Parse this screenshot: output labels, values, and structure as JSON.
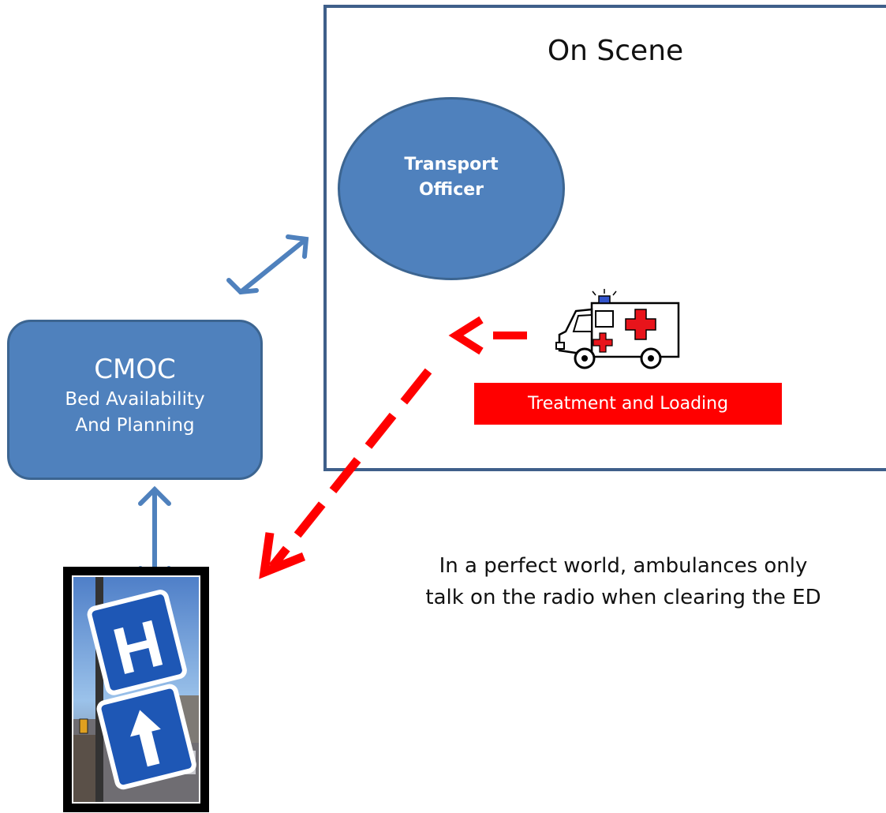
{
  "scene": {
    "title": "On Scene"
  },
  "officer": {
    "label": "Transport\nOfficer"
  },
  "cmoc": {
    "title": "CMOC",
    "line1": "Bed Availability",
    "line2": "And Planning"
  },
  "treatment": {
    "label": "Treatment and Loading"
  },
  "note": {
    "text": "In a perfect world, ambulances only\ntalk on the radio when clearing the ED"
  },
  "hospital_sign": {
    "letter": "H"
  },
  "colors": {
    "node_blue": "#4f81bd",
    "arrow_blue": "#4f81bd",
    "alert_red": "#ff0000",
    "frame_border": "#3f5f8a"
  }
}
